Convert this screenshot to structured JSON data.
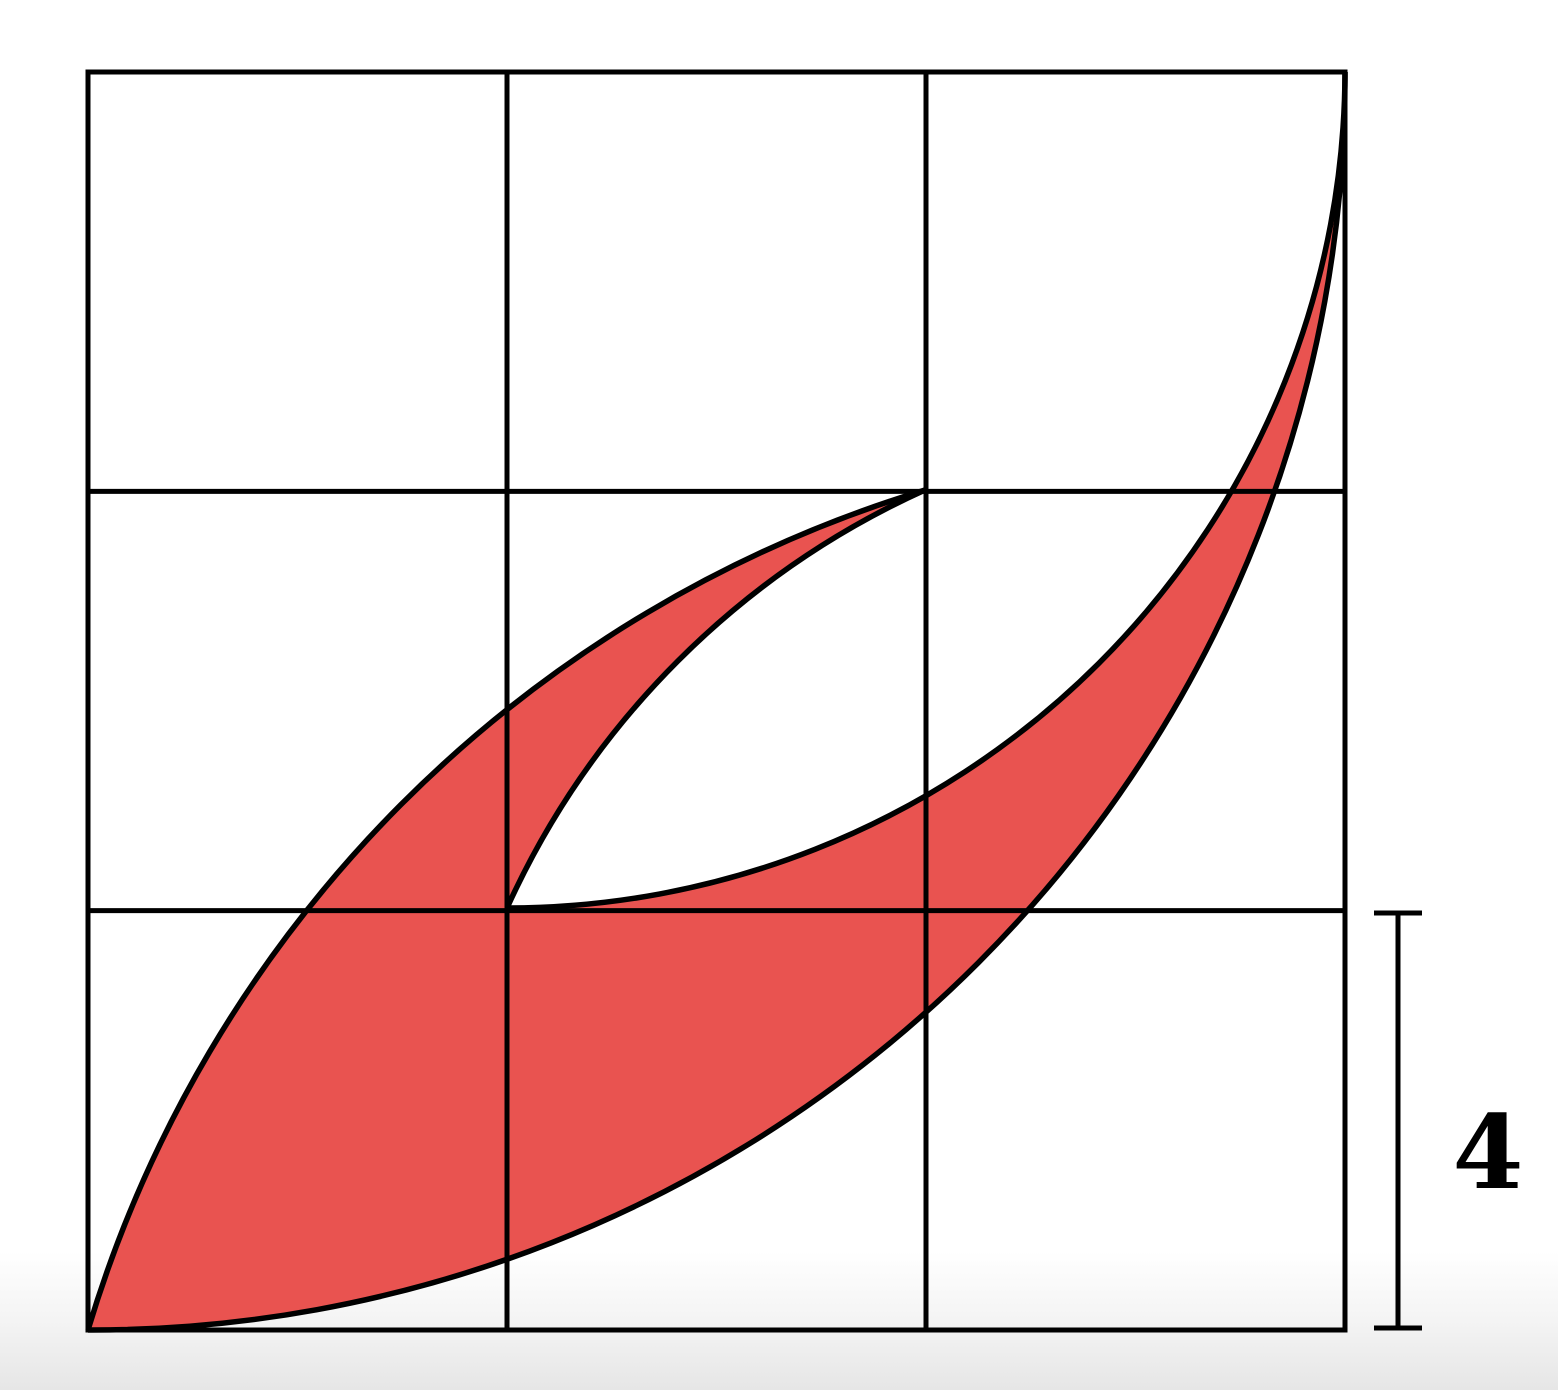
{
  "diagram": {
    "grid": {
      "rows": 3,
      "cols": 3
    },
    "side_length": 4,
    "dimension_label": "4",
    "colors": {
      "shaded_fill": "#e84a47",
      "grid_line": "#000000",
      "background": "#ffffff"
    }
  }
}
